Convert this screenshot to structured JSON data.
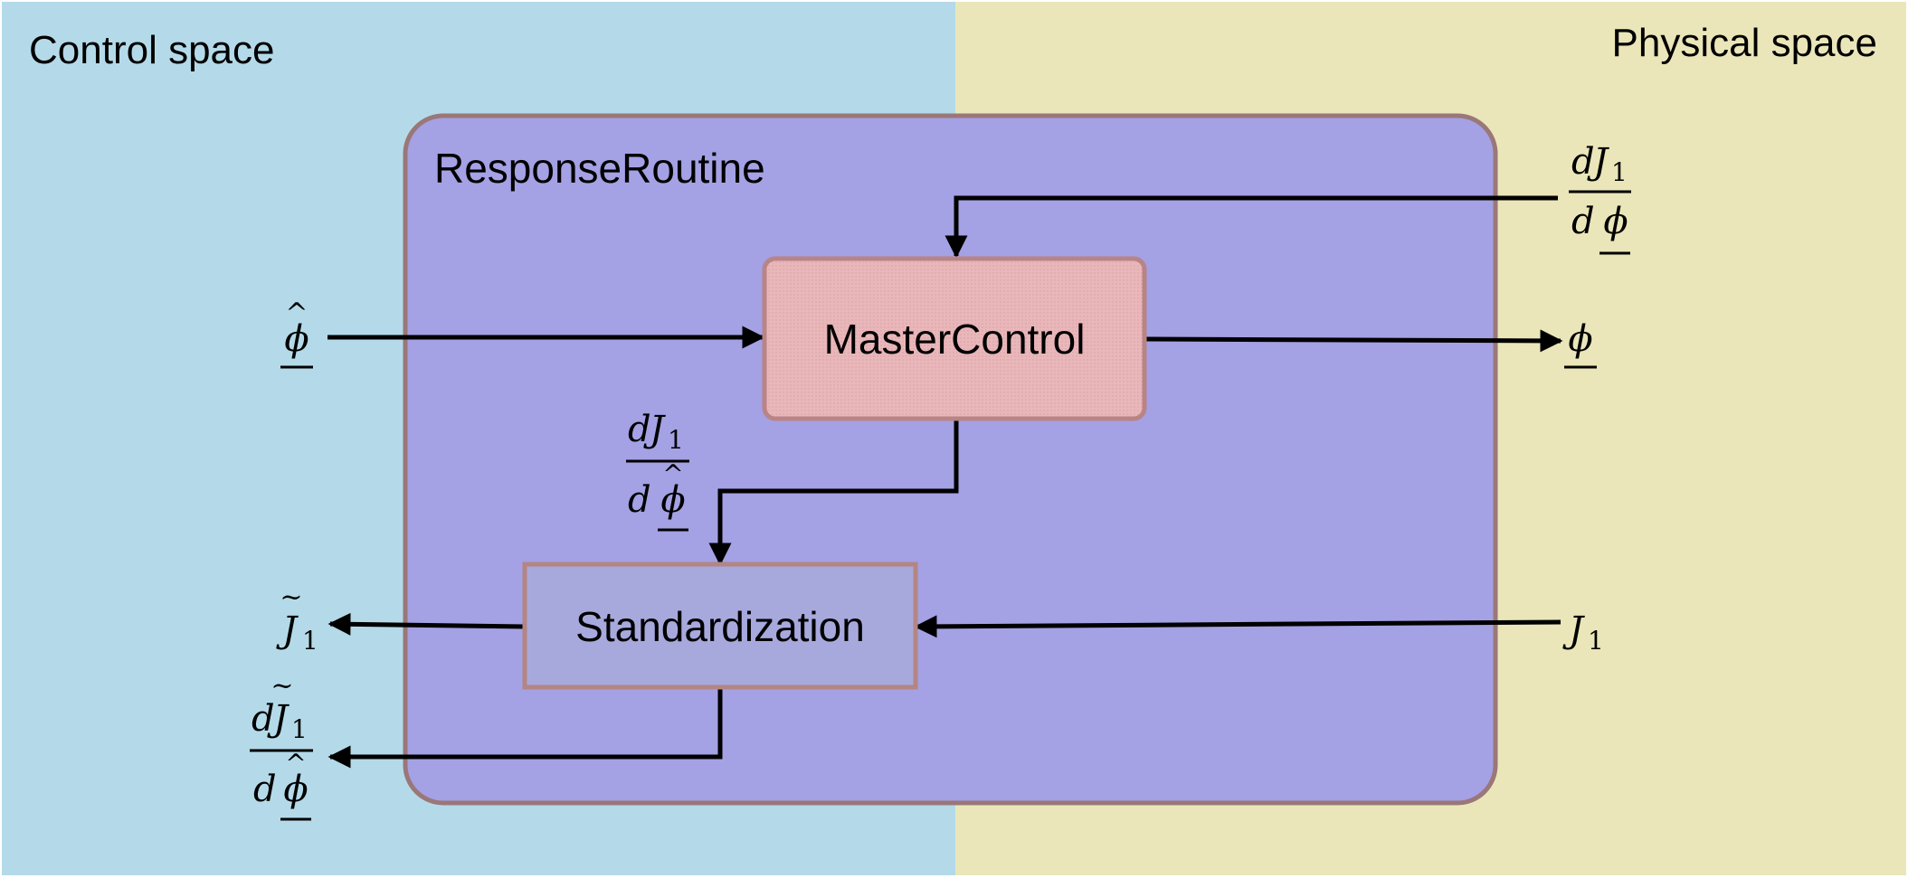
{
  "regions": {
    "control_label": "Control space",
    "physical_label": "Physical space"
  },
  "routine": {
    "title": "ResponseRoutine"
  },
  "blocks": {
    "master_label": "MasterControl",
    "standardization_label": "Standardization"
  },
  "symbols": {
    "phi": "ϕ",
    "phi_hat": "ϕ",
    "d": "d",
    "J": "J",
    "J_tilde": "J",
    "subscript_one": "1",
    "hat_mark": "^",
    "tilde_mark": "~"
  },
  "colors": {
    "control_bg": "#b4dae9",
    "physical_bg": "#eae6b9",
    "routine_fill": "#a4a1e4",
    "routine_stroke": "#9a7778",
    "master_fill": "#e9b6b9",
    "master_stroke": "#b98486",
    "standardization_fill": "#a7a9dd",
    "standardization_stroke": "#b38583"
  }
}
